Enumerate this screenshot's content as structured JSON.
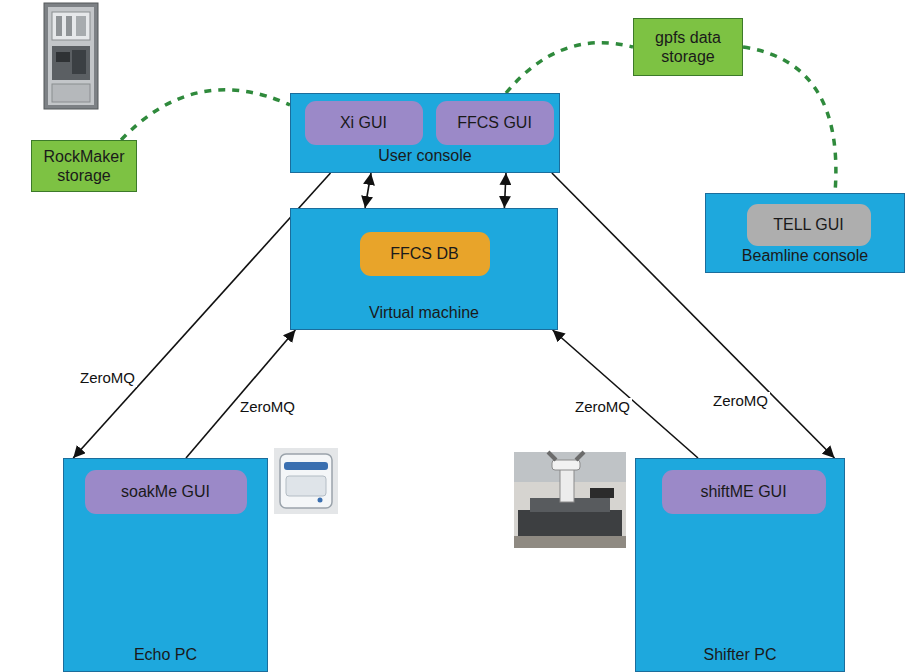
{
  "diagram": {
    "nodes": [
      {
        "text": [
          "gpfs data storage"
        ]
      },
      {
        "text": [
          "User console"
        ]
      },
      {
        "text": [
          "Xi GUI"
        ],
        "in": 1
      },
      {
        "text": [
          "FFCS GUI"
        ],
        "in": 1
      },
      {
        "text": [
          "RockMaker storage"
        ]
      },
      {
        "text": [
          "Beamline console"
        ]
      },
      {
        "text": [
          "TELL GUI"
        ],
        "in": 5
      },
      {
        "text": [
          "Virtual machine"
        ]
      },
      {
        "text": [
          "FFCS DB"
        ],
        "in": 7
      },
      {
        "text": [
          "Echo PC"
        ]
      },
      {
        "text": [
          "soakMe GUI"
        ],
        "in": 9
      },
      {
        "text": [
          "Shifter PC"
        ]
      },
      {
        "text": [
          "shiftME GUI"
        ],
        "in": 11
      }
    ],
    "edges": [
      {
        "from": 4,
        "to": 1,
        "arrow": "none"
      },
      {
        "from": 1,
        "to": 0,
        "arrow": "none"
      },
      {
        "from": 0,
        "to": 5,
        "arrow": "none"
      },
      {
        "from": 1,
        "to": 7,
        "arrow": "both"
      },
      {
        "from": 1,
        "to": 7,
        "arrow": "both"
      },
      {
        "from": 1,
        "to": 9,
        "label": "ZeroMQ",
        "arrow": "to"
      },
      {
        "from": 9,
        "to": 7,
        "label": "ZeroMQ",
        "arrow": "to"
      },
      {
        "from": 11,
        "to": 7,
        "label": "ZeroMQ",
        "arrow": "to"
      },
      {
        "from": 1,
        "to": 11,
        "label": "ZeroMQ",
        "arrow": "to"
      }
    ]
  }
}
